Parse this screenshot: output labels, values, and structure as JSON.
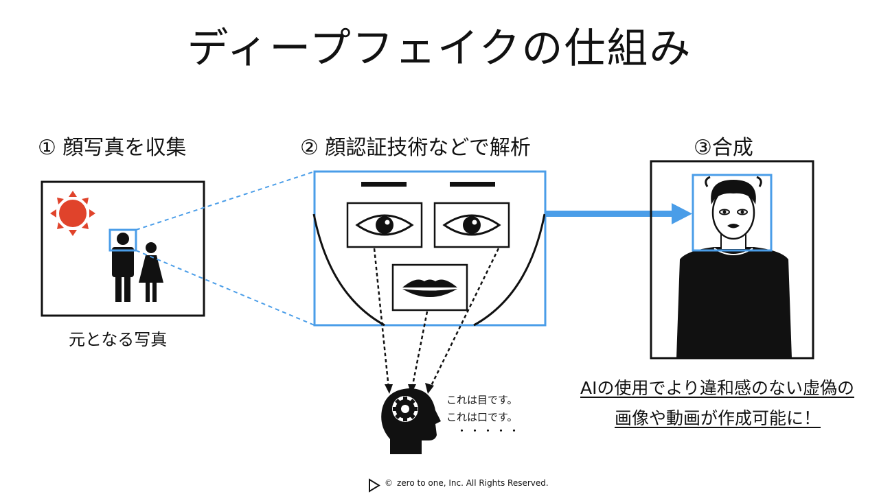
{
  "title": "ディープフェイクの仕組み",
  "steps": [
    {
      "label": "① 顔写真を収集"
    },
    {
      "label": "② 顔認証技術などで解析"
    },
    {
      "label": "③合成"
    }
  ],
  "source_caption": "元となる写真",
  "speech": {
    "line1": "これは目です。",
    "line2": "これは口です。",
    "line3": "・・・・・"
  },
  "result": {
    "line1": "AIの使用でより違和感のない虚偽の",
    "line2": "画像や動画が作成可能に！"
  },
  "footer": {
    "copyright_symbol": "©",
    "copyright": "zero to one, Inc. All Rights Reserved."
  },
  "colors": {
    "accent_blue": "#4a9de8",
    "sun_red": "#e0432b",
    "ink": "#111111"
  },
  "icons": [
    "sun-icon",
    "man-icon",
    "woman-icon",
    "eye-icon",
    "lips-icon",
    "head-gear-icon",
    "play-logo-icon"
  ]
}
